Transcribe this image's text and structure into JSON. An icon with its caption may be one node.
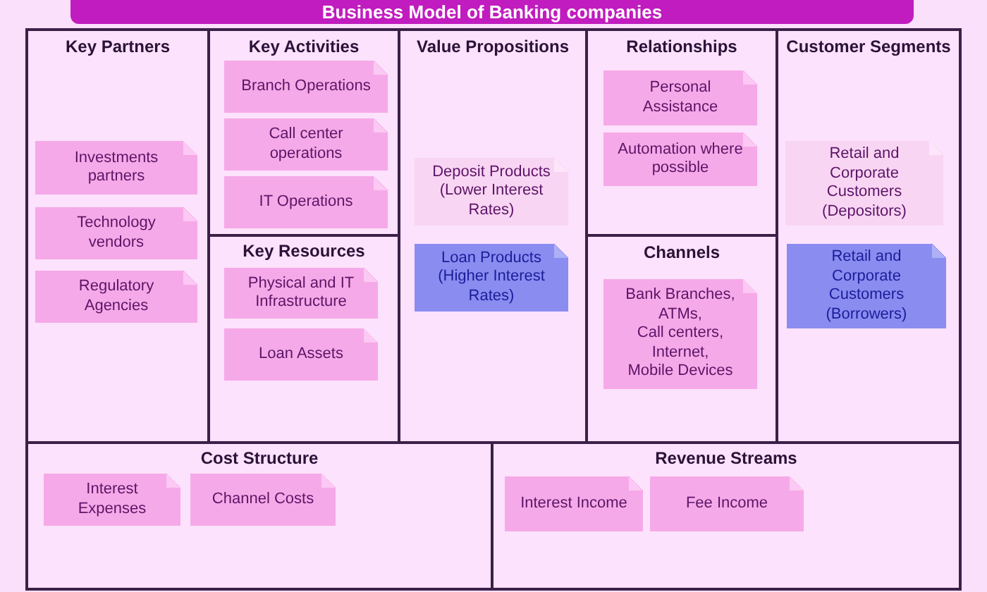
{
  "diagram": {
    "title": "Business Model of Banking companies",
    "nodes": [
      {
        "text": [
          "Key Partners"
        ]
      },
      {
        "text": [
          "Investments partners"
        ],
        "in": 0
      },
      {
        "text": [
          "Technology vendors"
        ],
        "in": 0
      },
      {
        "text": [
          "Regulatory Agencies"
        ],
        "in": 0
      },
      {
        "text": [
          "Key Activities"
        ]
      },
      {
        "text": [
          "Branch Operations"
        ],
        "in": 4
      },
      {
        "text": [
          "Call center operations"
        ],
        "in": 4
      },
      {
        "text": [
          "IT Operations"
        ],
        "in": 4
      },
      {
        "text": [
          "Key Resources"
        ]
      },
      {
        "text": [
          "Physical and IT Infrastructure"
        ],
        "in": 8
      },
      {
        "text": [
          "Loan Assets"
        ],
        "in": 8
      },
      {
        "text": [
          "Value Propositions"
        ]
      },
      {
        "text": [
          "Deposit Products (Lower Interest Rates)"
        ],
        "in": 11
      },
      {
        "text": [
          "Loan Products (Higher Interest Rates)"
        ],
        "in": 11
      },
      {
        "text": [
          "Relationships"
        ]
      },
      {
        "text": [
          "Personal Assistance"
        ],
        "in": 14
      },
      {
        "text": [
          "Automation where possible"
        ],
        "in": 14
      },
      {
        "text": [
          "Channels"
        ]
      },
      {
        "text": [
          "Bank Branches, ATMs, Call centers, Internet, Mobile Devices"
        ],
        "in": 17
      },
      {
        "text": [
          "Customer Segments"
        ]
      },
      {
        "text": [
          "Retail and Corporate Customers (Depositors)"
        ],
        "in": 19
      },
      {
        "text": [
          "Retail and Corporate Customers (Borrowers)"
        ],
        "in": 19
      },
      {
        "text": [
          "Cost Structure"
        ]
      },
      {
        "text": [
          "Interest Expenses"
        ],
        "in": 22
      },
      {
        "text": [
          "Channel Costs"
        ],
        "in": 22
      },
      {
        "text": [
          "Revenue Streams"
        ]
      },
      {
        "text": [
          "Interest Income"
        ],
        "in": 25
      },
      {
        "text": [
          "Fee Income"
        ],
        "in": 25
      }
    ]
  }
}
